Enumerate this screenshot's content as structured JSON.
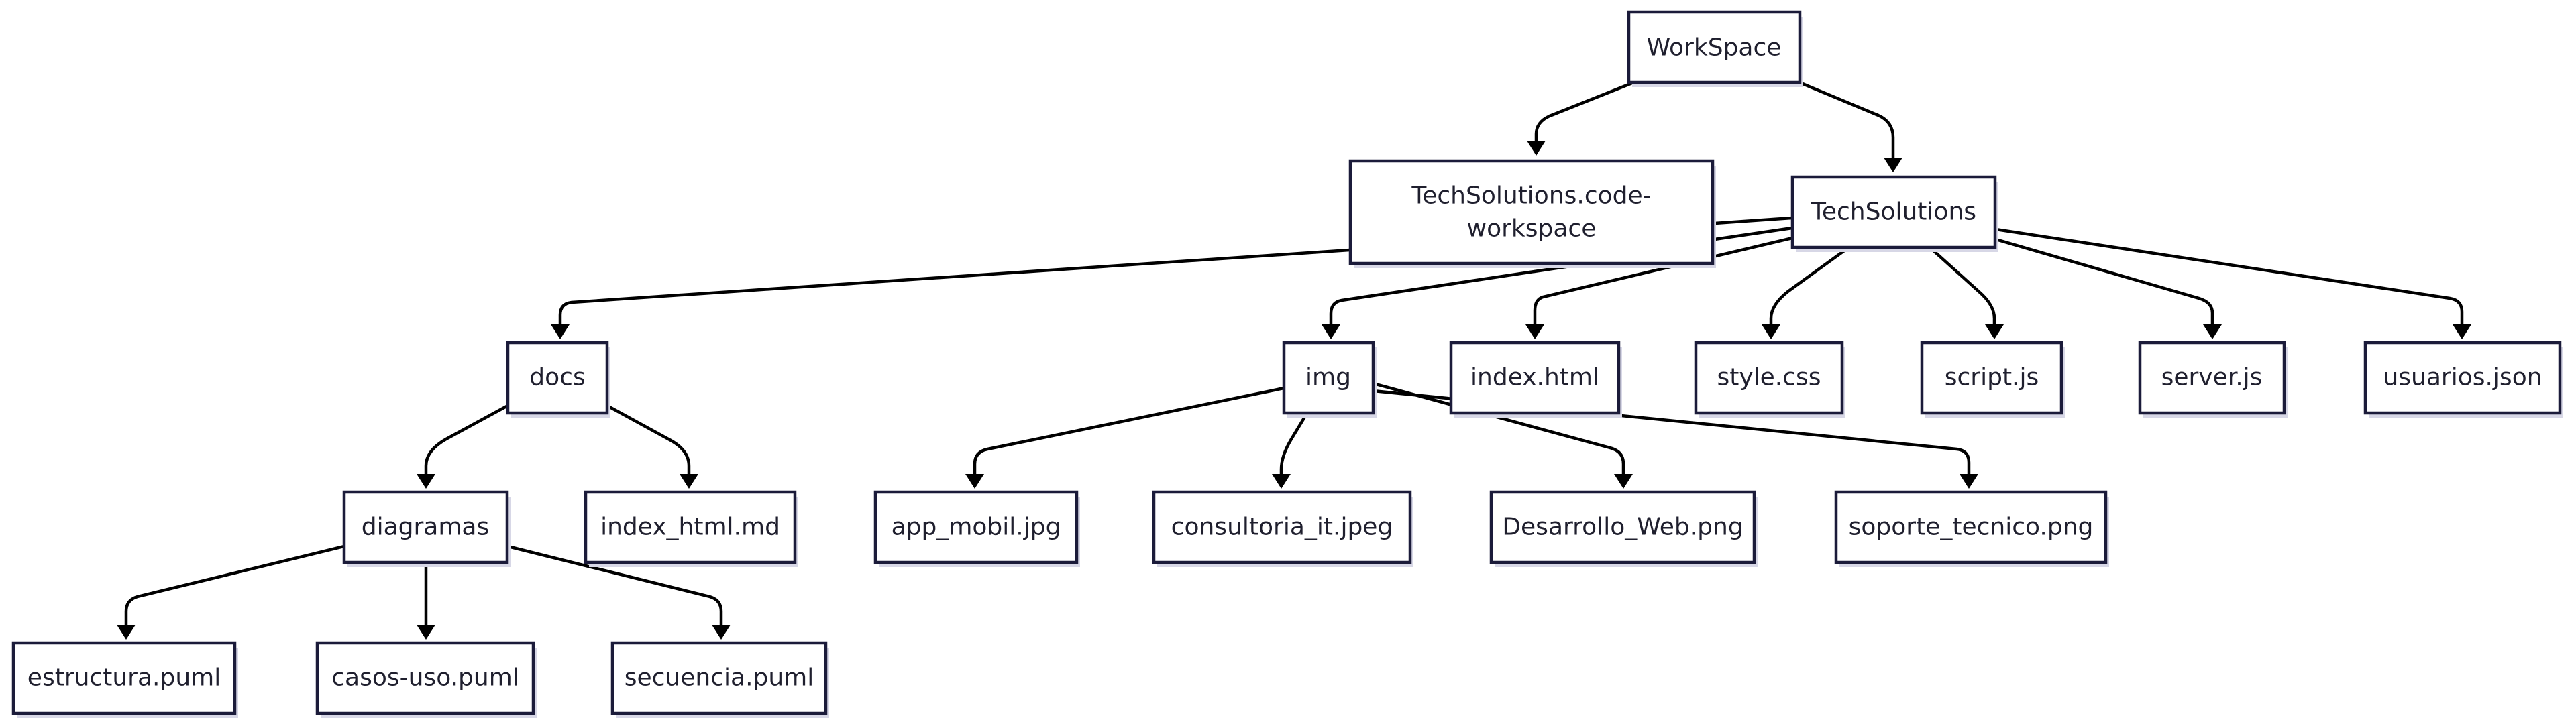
{
  "nodes": {
    "workspace": "WorkSpace",
    "code_workspace_1": "TechSolutions.code-",
    "code_workspace_2": "workspace",
    "techsolutions": "TechSolutions",
    "docs": "docs",
    "img": "img",
    "index_html": "index.html",
    "style_css": "style.css",
    "script_js": "script.js",
    "server_js": "server.js",
    "usuarios_json": "usuarios.json",
    "diagramas": "diagramas",
    "index_html_md": "index_html.md",
    "app_mobil": "app_mobil.jpg",
    "consultoria": "consultoria_it.jpeg",
    "desarrollo": "Desarrollo_Web.png",
    "soporte": "soporte_tecnico.png",
    "estructura": "estructura.puml",
    "casos_uso": "casos-uso.puml",
    "secuencia": "secuencia.puml"
  },
  "colors": {
    "node_border": "#1b1b3a",
    "node_fill": "#ffffff",
    "edge": "#000000"
  }
}
